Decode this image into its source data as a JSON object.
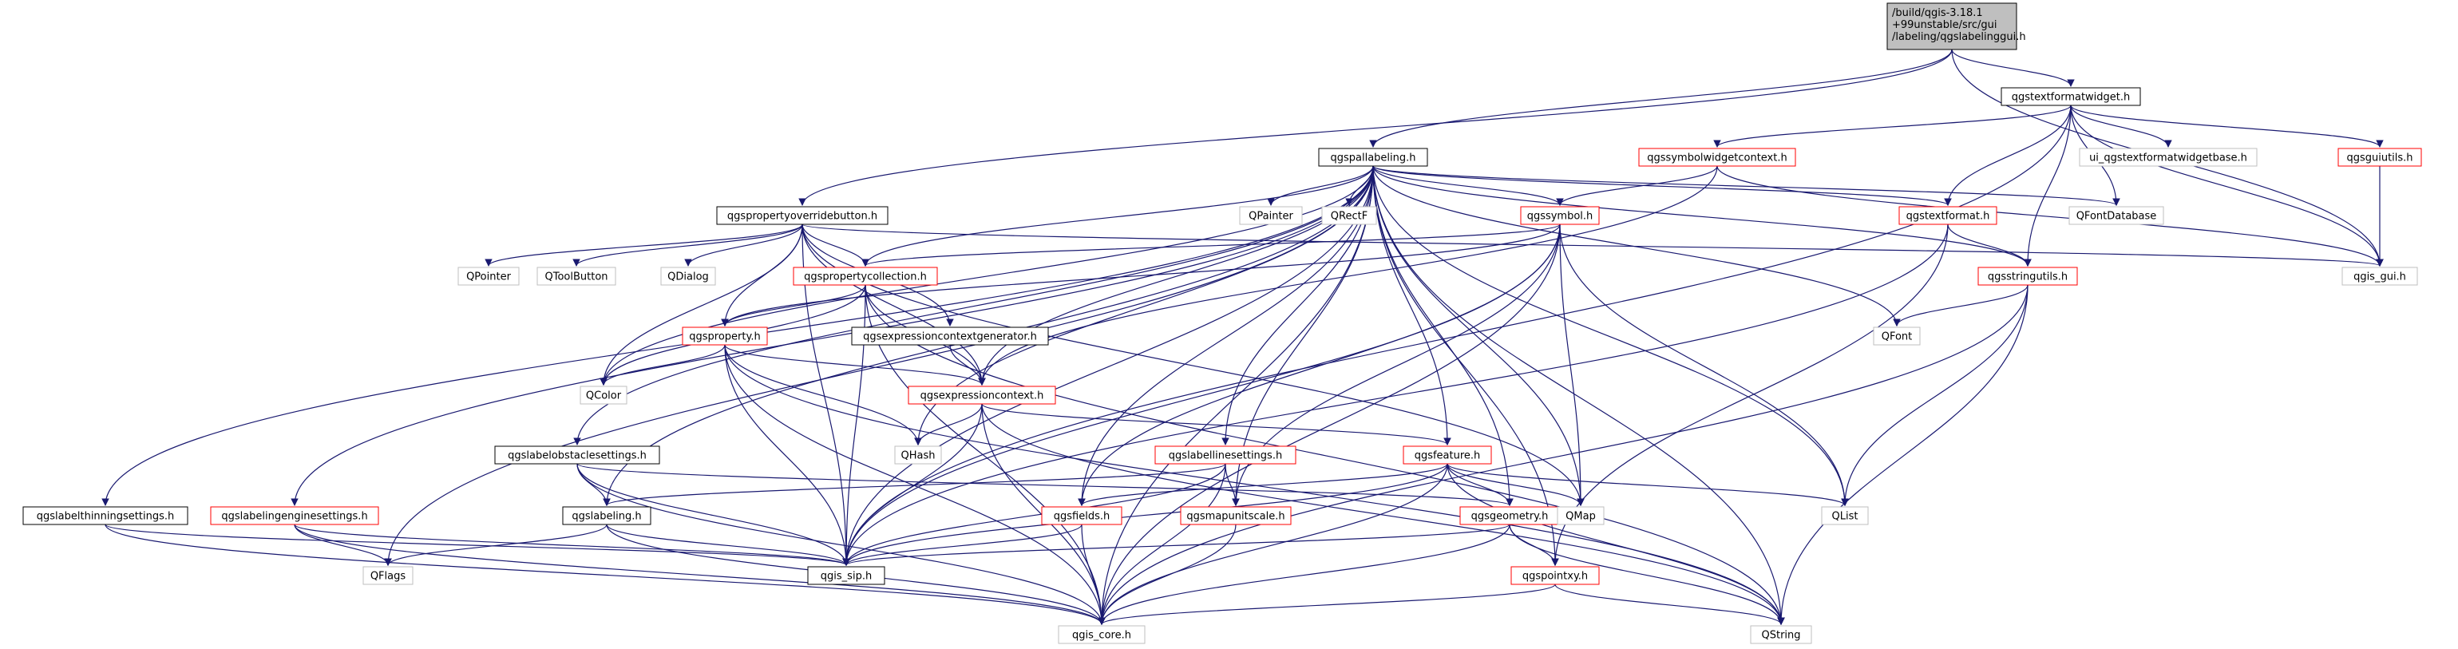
{
  "colors": {
    "edge": "#191970",
    "box_normal": "#000000",
    "box_red": "#ff0000",
    "box_gray": "#bfbfbf",
    "title_fill": "#bfbfbf",
    "text_gray": "#000000"
  },
  "title_node": {
    "lines": [
      "/build/qgis-3.18.1",
      "+99unstable/src/gui",
      "/labeling/qgslabelinggui.h"
    ]
  },
  "nodes": [
    {
      "id": "title",
      "label": "/build/qgis-3.18.1 +99unstable/src/gui /labeling/qgslabelinggui.h",
      "kind": "title"
    },
    {
      "id": "textformatwidget",
      "label": "qgstextformatwidget.h",
      "kind": "normal"
    },
    {
      "id": "pallabeling",
      "label": "qgspallabeling.h",
      "kind": "normal"
    },
    {
      "id": "symbolwidgetcontext",
      "label": "qgssymbolwidgetcontext.h",
      "kind": "red"
    },
    {
      "id": "ui_textformat",
      "label": "ui_qgstextformatwidgetbase.h",
      "kind": "gray"
    },
    {
      "id": "guiutils",
      "label": "qgsguiutils.h",
      "kind": "red"
    },
    {
      "id": "propertyoverride",
      "label": "qgspropertyoverridebutton.h",
      "kind": "normal"
    },
    {
      "id": "qpainter",
      "label": "QPainter",
      "kind": "gray"
    },
    {
      "id": "qrectf",
      "label": "QRectF",
      "kind": "gray"
    },
    {
      "id": "symbol",
      "label": "qgssymbol.h",
      "kind": "red"
    },
    {
      "id": "textformat",
      "label": "qgstextformat.h",
      "kind": "red"
    },
    {
      "id": "qfontdatabase",
      "label": "QFontDatabase",
      "kind": "gray"
    },
    {
      "id": "qgis_gui",
      "label": "qgis_gui.h",
      "kind": "gray"
    },
    {
      "id": "qpointer",
      "label": "QPointer",
      "kind": "gray"
    },
    {
      "id": "qtoolbutton",
      "label": "QToolButton",
      "kind": "gray"
    },
    {
      "id": "qdialog",
      "label": "QDialog",
      "kind": "gray"
    },
    {
      "id": "propertycollection",
      "label": "qgspropertycollection.h",
      "kind": "red"
    },
    {
      "id": "stringutils",
      "label": "qgsstringutils.h",
      "kind": "red"
    },
    {
      "id": "qfont",
      "label": "QFont",
      "kind": "gray"
    },
    {
      "id": "property",
      "label": "qgsproperty.h",
      "kind": "red"
    },
    {
      "id": "exprctxgen",
      "label": "qgsexpressioncontextgenerator.h",
      "kind": "normal"
    },
    {
      "id": "qcolor",
      "label": "QColor",
      "kind": "gray"
    },
    {
      "id": "exprctx",
      "label": "qgsexpressioncontext.h",
      "kind": "red"
    },
    {
      "id": "qhash",
      "label": "QHash",
      "kind": "gray"
    },
    {
      "id": "obstacle",
      "label": "qgslabelobstaclesettings.h",
      "kind": "normal"
    },
    {
      "id": "linesettings",
      "label": "qgslabellinesettings.h",
      "kind": "red"
    },
    {
      "id": "feature",
      "label": "qgsfeature.h",
      "kind": "red"
    },
    {
      "id": "thinning",
      "label": "qgslabelthinningsettings.h",
      "kind": "normal"
    },
    {
      "id": "engine",
      "label": "qgslabelingenginesettings.h",
      "kind": "red"
    },
    {
      "id": "labeling",
      "label": "qgslabeling.h",
      "kind": "normal"
    },
    {
      "id": "fields",
      "label": "qgsfields.h",
      "kind": "red"
    },
    {
      "id": "mapunitscale",
      "label": "qgsmapunitscale.h",
      "kind": "red"
    },
    {
      "id": "geometry",
      "label": "qgsgeometry.h",
      "kind": "red"
    },
    {
      "id": "qmap",
      "label": "QMap",
      "kind": "gray"
    },
    {
      "id": "qlist",
      "label": "QList",
      "kind": "gray"
    },
    {
      "id": "qflags",
      "label": "QFlags",
      "kind": "gray"
    },
    {
      "id": "qgis_sip",
      "label": "qgis_sip.h",
      "kind": "normal"
    },
    {
      "id": "pointxy",
      "label": "qgspointxy.h",
      "kind": "red"
    },
    {
      "id": "qgis_core",
      "label": "qgis_core.h",
      "kind": "gray"
    },
    {
      "id": "qstring",
      "label": "QString",
      "kind": "gray"
    }
  ],
  "edges": [
    [
      "title",
      "textformatwidget"
    ],
    [
      "title",
      "pallabeling"
    ],
    [
      "title",
      "propertyoverride"
    ],
    [
      "title",
      "qgis_gui"
    ],
    [
      "textformatwidget",
      "symbolwidgetcontext"
    ],
    [
      "textformatwidget",
      "ui_textformat"
    ],
    [
      "textformatwidget",
      "guiutils"
    ],
    [
      "textformatwidget",
      "textformat"
    ],
    [
      "textformatwidget",
      "qfontdatabase"
    ],
    [
      "textformatwidget",
      "qgis_gui"
    ],
    [
      "textformatwidget",
      "stringutils"
    ],
    [
      "textformatwidget",
      "qgis_sip"
    ],
    [
      "symbolwidgetcontext",
      "symbol"
    ],
    [
      "symbolwidgetcontext",
      "exprctx"
    ],
    [
      "symbolwidgetcontext",
      "qgis_gui"
    ],
    [
      "guiutils",
      "qgis_gui"
    ],
    [
      "propertyoverride",
      "qpointer"
    ],
    [
      "propertyoverride",
      "qtoolbutton"
    ],
    [
      "propertyoverride",
      "qdialog"
    ],
    [
      "propertyoverride",
      "propertycollection"
    ],
    [
      "propertyoverride",
      "property"
    ],
    [
      "propertyoverride",
      "exprctxgen"
    ],
    [
      "propertyoverride",
      "exprctx"
    ],
    [
      "propertyoverride",
      "qgis_gui"
    ],
    [
      "propertyoverride",
      "qgis_sip"
    ],
    [
      "propertyoverride",
      "qcolor"
    ],
    [
      "propertyoverride",
      "qmap"
    ],
    [
      "pallabeling",
      "qpainter"
    ],
    [
      "pallabeling",
      "qrectf"
    ],
    [
      "pallabeling",
      "symbol"
    ],
    [
      "pallabeling",
      "textformat"
    ],
    [
      "pallabeling",
      "qfontdatabase"
    ],
    [
      "pallabeling",
      "qfont"
    ],
    [
      "pallabeling",
      "stringutils"
    ],
    [
      "pallabeling",
      "qstring"
    ],
    [
      "pallabeling",
      "qlist"
    ],
    [
      "pallabeling",
      "qmap"
    ],
    [
      "pallabeling",
      "geometry"
    ],
    [
      "pallabeling",
      "feature"
    ],
    [
      "pallabeling",
      "mapunitscale"
    ],
    [
      "pallabeling",
      "linesettings"
    ],
    [
      "pallabeling",
      "propertycollection"
    ],
    [
      "pallabeling",
      "exprctx"
    ],
    [
      "pallabeling",
      "qhash"
    ],
    [
      "pallabeling",
      "fields"
    ],
    [
      "pallabeling",
      "obstacle"
    ],
    [
      "pallabeling",
      "thinning"
    ],
    [
      "pallabeling",
      "engine"
    ],
    [
      "pallabeling",
      "labeling"
    ],
    [
      "pallabeling",
      "qgis_sip"
    ],
    [
      "pallabeling",
      "qgis_core"
    ],
    [
      "pallabeling",
      "qflags"
    ],
    [
      "pallabeling",
      "qcolor"
    ],
    [
      "pallabeling",
      "pointxy"
    ],
    [
      "symbol",
      "propertycollection"
    ],
    [
      "symbol",
      "property"
    ],
    [
      "symbol",
      "qmap"
    ],
    [
      "symbol",
      "qlist"
    ],
    [
      "symbol",
      "fields"
    ],
    [
      "symbol",
      "mapunitscale"
    ],
    [
      "symbol",
      "qgis_core"
    ],
    [
      "symbol",
      "qgis_sip"
    ],
    [
      "textformat",
      "stringutils"
    ],
    [
      "textformat",
      "qgis_sip"
    ],
    [
      "textformat",
      "pointxy"
    ],
    [
      "stringutils",
      "qfont"
    ],
    [
      "stringutils",
      "qlist"
    ],
    [
      "stringutils",
      "qstring"
    ],
    [
      "stringutils",
      "qgis_core"
    ],
    [
      "propertycollection",
      "property"
    ],
    [
      "propertycollection",
      "exprctx"
    ],
    [
      "propertycollection",
      "qcolor"
    ],
    [
      "propertycollection",
      "qgis_sip"
    ],
    [
      "propertycollection",
      "qgis_core"
    ],
    [
      "propertycollection",
      "qstring"
    ],
    [
      "property",
      "exprctx"
    ],
    [
      "property",
      "qcolor"
    ],
    [
      "property",
      "qhash"
    ],
    [
      "property",
      "qgis_sip"
    ],
    [
      "property",
      "qgis_core"
    ],
    [
      "property",
      "qstring"
    ],
    [
      "exprctxgen",
      "exprctx"
    ],
    [
      "exprctx",
      "qhash"
    ],
    [
      "exprctx",
      "feature"
    ],
    [
      "exprctx",
      "qgis_sip"
    ],
    [
      "exprctx",
      "qgis_core"
    ],
    [
      "exprctx",
      "qstring"
    ],
    [
      "obstacle",
      "labeling"
    ],
    [
      "obstacle",
      "geometry"
    ],
    [
      "obstacle",
      "qgis_sip"
    ],
    [
      "obstacle",
      "qgis_core"
    ],
    [
      "linesettings",
      "labeling"
    ],
    [
      "linesettings",
      "mapunitscale"
    ],
    [
      "linesettings",
      "qgis_sip"
    ],
    [
      "linesettings",
      "qgis_core"
    ],
    [
      "feature",
      "fields"
    ],
    [
      "feature",
      "geometry"
    ],
    [
      "feature",
      "qmap"
    ],
    [
      "feature",
      "qlist"
    ],
    [
      "feature",
      "qgis_sip"
    ],
    [
      "feature",
      "qgis_core"
    ],
    [
      "feature",
      "qstring"
    ],
    [
      "thinning",
      "qgis_sip"
    ],
    [
      "thinning",
      "qgis_core"
    ],
    [
      "engine",
      "qflags"
    ],
    [
      "engine",
      "qgis_sip"
    ],
    [
      "engine",
      "qgis_core"
    ],
    [
      "labeling",
      "qflags"
    ],
    [
      "labeling",
      "qgis_sip"
    ],
    [
      "labeling",
      "qgis_core"
    ],
    [
      "fields",
      "qgis_sip"
    ],
    [
      "fields",
      "qgis_core"
    ],
    [
      "mapunitscale",
      "qgis_core"
    ],
    [
      "geometry",
      "pointxy"
    ],
    [
      "geometry",
      "qgis_sip"
    ],
    [
      "geometry",
      "qgis_core"
    ],
    [
      "geometry",
      "qstring"
    ],
    [
      "pointxy",
      "qgis_core"
    ],
    [
      "pointxy",
      "qstring"
    ]
  ]
}
